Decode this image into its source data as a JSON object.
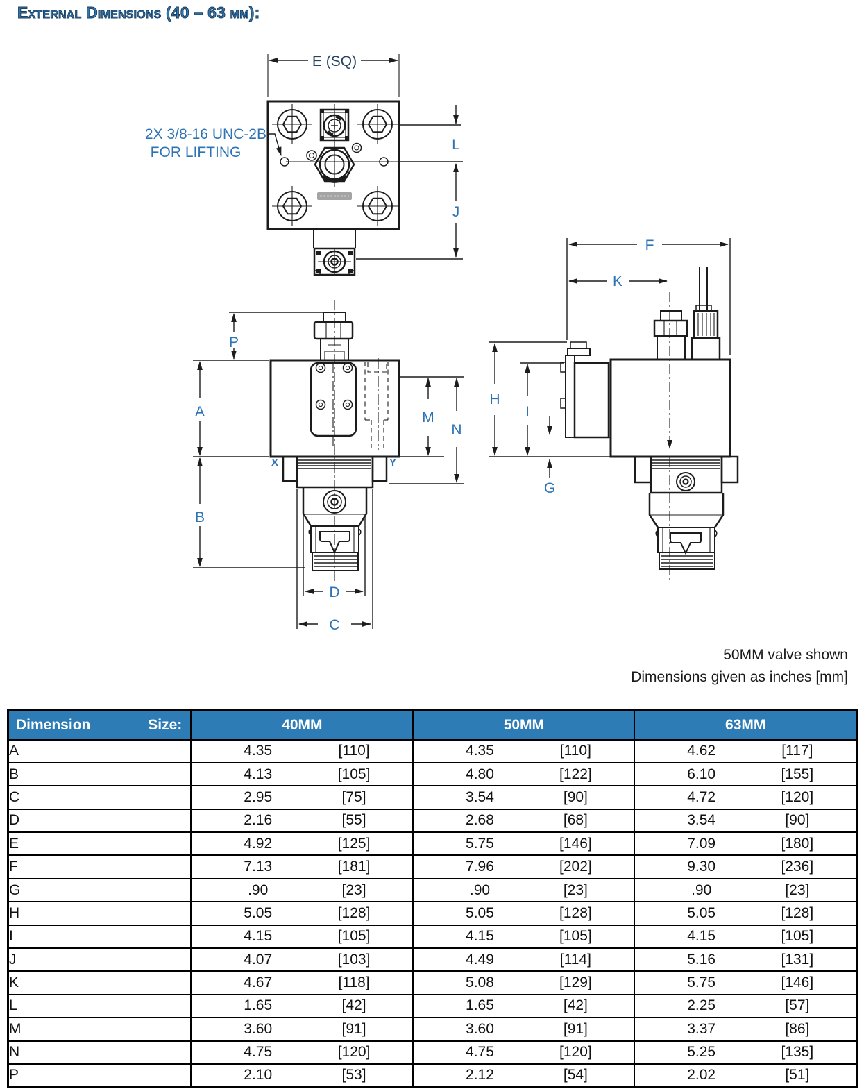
{
  "page": {
    "title": "External Dimensions (40 – 63 mm):"
  },
  "drawing": {
    "top_view": {
      "dim_e": "E (SQ)",
      "dim_l": "L",
      "dim_j": "J",
      "lifting_note_line1": "2X 3/8-16 UNC-2B",
      "lifting_note_line2": "FOR LIFTING"
    },
    "front_view": {
      "dim_p": "P",
      "dim_a": "A",
      "dim_b": "B",
      "dim_m": "M",
      "dim_n": "N",
      "dim_d": "D",
      "dim_c": "C",
      "port_x": "X",
      "port_y": "Y"
    },
    "side_view": {
      "dim_f": "F",
      "dim_k": "K",
      "dim_h": "H",
      "dim_i": "I",
      "dim_g": "G"
    },
    "caption_line1": "50MM valve shown",
    "caption_line2": "Dimensions given as inches [mm]"
  },
  "table": {
    "header": {
      "dimension_label": "Dimension",
      "size_label": "Size:",
      "columns": [
        "40MM",
        "50MM",
        "63MM"
      ]
    },
    "rows": [
      {
        "dim": "A",
        "in40": "4.35",
        "mm40": "[110]",
        "in50": "4.35",
        "mm50": "[110]",
        "in63": "4.62",
        "mm63": "[117]"
      },
      {
        "dim": "B",
        "in40": "4.13",
        "mm40": "[105]",
        "in50": "4.80",
        "mm50": "[122]",
        "in63": "6.10",
        "mm63": "[155]"
      },
      {
        "dim": "C",
        "in40": "2.95",
        "mm40": "[75]",
        "in50": "3.54",
        "mm50": "[90]",
        "in63": "4.72",
        "mm63": "[120]"
      },
      {
        "dim": "D",
        "in40": "2.16",
        "mm40": "[55]",
        "in50": "2.68",
        "mm50": "[68]",
        "in63": "3.54",
        "mm63": "[90]"
      },
      {
        "dim": "E",
        "in40": "4.92",
        "mm40": "[125]",
        "in50": "5.75",
        "mm50": "[146]",
        "in63": "7.09",
        "mm63": "[180]"
      },
      {
        "dim": "F",
        "in40": "7.13",
        "mm40": "[181]",
        "in50": "7.96",
        "mm50": "[202]",
        "in63": "9.30",
        "mm63": "[236]"
      },
      {
        "dim": "G",
        "in40": ".90",
        "mm40": "[23]",
        "in50": ".90",
        "mm50": "[23]",
        "in63": ".90",
        "mm63": "[23]"
      },
      {
        "dim": "H",
        "in40": "5.05",
        "mm40": "[128]",
        "in50": "5.05",
        "mm50": "[128]",
        "in63": "5.05",
        "mm63": "[128]"
      },
      {
        "dim": "I",
        "in40": "4.15",
        "mm40": "[105]",
        "in50": "4.15",
        "mm50": "[105]",
        "in63": "4.15",
        "mm63": "[105]"
      },
      {
        "dim": "J",
        "in40": "4.07",
        "mm40": "[103]",
        "in50": "4.49",
        "mm50": "[114]",
        "in63": "5.16",
        "mm63": "[131]"
      },
      {
        "dim": "K",
        "in40": "4.67",
        "mm40": "[118]",
        "in50": "5.08",
        "mm50": "[129]",
        "in63": "5.75",
        "mm63": "[146]"
      },
      {
        "dim": "L",
        "in40": "1.65",
        "mm40": "[42]",
        "in50": "1.65",
        "mm50": "[42]",
        "in63": "2.25",
        "mm63": "[57]"
      },
      {
        "dim": "M",
        "in40": "3.60",
        "mm40": "[91]",
        "in50": "3.60",
        "mm50": "[91]",
        "in63": "3.37",
        "mm63": "[86]"
      },
      {
        "dim": "N",
        "in40": "4.75",
        "mm40": "[120]",
        "in50": "4.75",
        "mm50": "[120]",
        "in63": "5.25",
        "mm63": "[135]"
      },
      {
        "dim": "P",
        "in40": "2.10",
        "mm40": "[53]",
        "in50": "2.12",
        "mm50": "[54]",
        "in63": "2.02",
        "mm63": "[51]"
      }
    ]
  },
  "colors": {
    "header_blue": "#2E7CB5",
    "label_blue": "#2E74B5",
    "title_blue": "#2F78AE",
    "title_outline": "#1C3C5E"
  }
}
